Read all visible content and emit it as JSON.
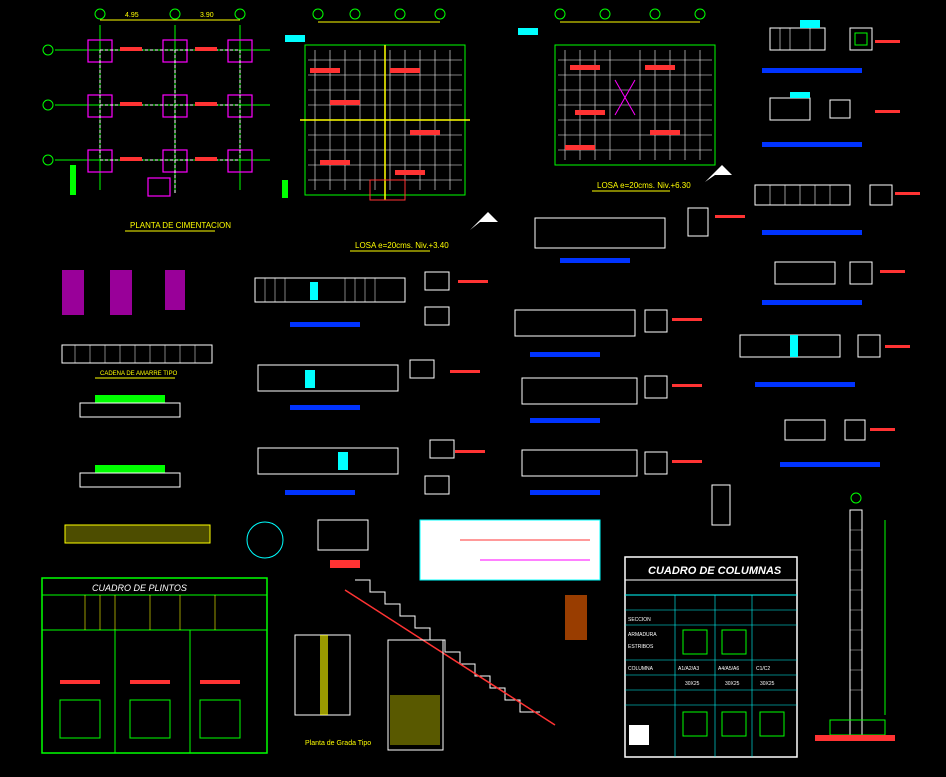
{
  "titles": {
    "foundation_plan": "PLANTA DE CIMENTACION",
    "slab_1": "LOSA e=20cms. Niv.+3.40",
    "slab_2": "LOSA e=20cms. Niv.+6.30",
    "tie_beam": "CADENA DE AMARRE TIPO",
    "stair_plan": "Planta de Grada Tipo",
    "footing_table": "CUADRO DE PLINTOS",
    "column_table": "CUADRO DE COLUMNAS"
  },
  "column_table": {
    "rows": [
      "COLUMNA",
      "SECCION",
      "ARMADURA",
      "ESTRIBOS"
    ],
    "types": [
      "A1/A2/A3",
      "A4/A5/A6",
      "C1/C2"
    ],
    "sections": [
      "30X25",
      "30X25",
      "30X25"
    ]
  },
  "colors": {
    "background": "#000000",
    "grid": "#ffffff",
    "axis": "#00ff00",
    "beam": "#ff3333",
    "dim": "#ffff00",
    "accent": "#00ffff",
    "hatch": "#ff00ff"
  }
}
